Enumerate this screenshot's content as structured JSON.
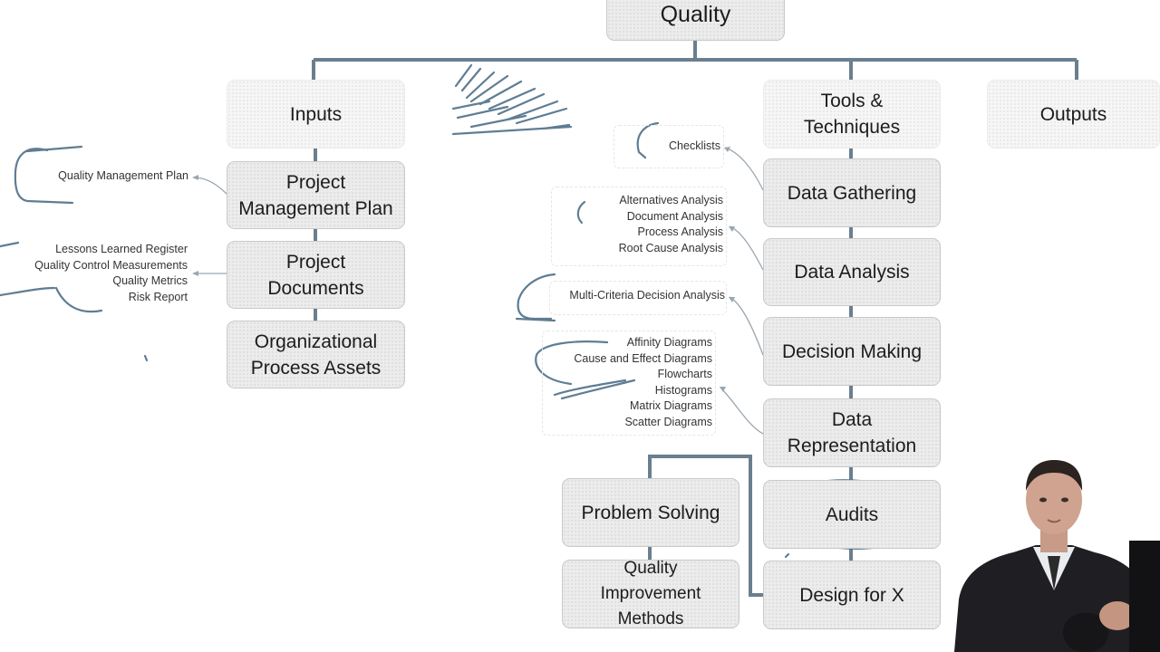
{
  "title": "Quality",
  "columns": {
    "inputs": "Inputs",
    "tools": "Tools &\nTechniques",
    "outputs": "Outputs"
  },
  "inputs": [
    {
      "label": "Project\nManagement Plan",
      "details": [
        "Quality Management Plan"
      ]
    },
    {
      "label": "Project\nDocuments",
      "details": [
        "Lessons Learned Register",
        "Quality Control Measurements",
        "Quality Metrics",
        "Risk Report"
      ]
    },
    {
      "label": "Organizational\nProcess Assets",
      "details": []
    }
  ],
  "tools": [
    {
      "label": "Data Gathering",
      "details": [
        "Checklists"
      ]
    },
    {
      "label": "Data Analysis",
      "details": [
        "Alternatives Analysis",
        "Document Analysis",
        "Process Analysis",
        "Root Cause Analysis"
      ]
    },
    {
      "label": "Decision Making",
      "details": [
        "Multi-Criteria Decision Analysis"
      ]
    },
    {
      "label": "Data\nRepresentation",
      "details": [
        "Affinity Diagrams",
        "Cause and Effect Diagrams",
        "Flowcharts",
        "Histograms",
        "Matrix Diagrams",
        "Scatter Diagrams"
      ]
    },
    {
      "label": "Audits",
      "details": []
    },
    {
      "label": "Design for X",
      "details": []
    },
    {
      "label": "Problem Solving",
      "details": []
    },
    {
      "label": "Quality\nImprovement\nMethods",
      "details": []
    }
  ],
  "colors": {
    "connector": "#6a7f8f",
    "annotation_ink": "#4e6f88",
    "box_fill": "#ececec",
    "box_border": "#c9c9c9"
  }
}
